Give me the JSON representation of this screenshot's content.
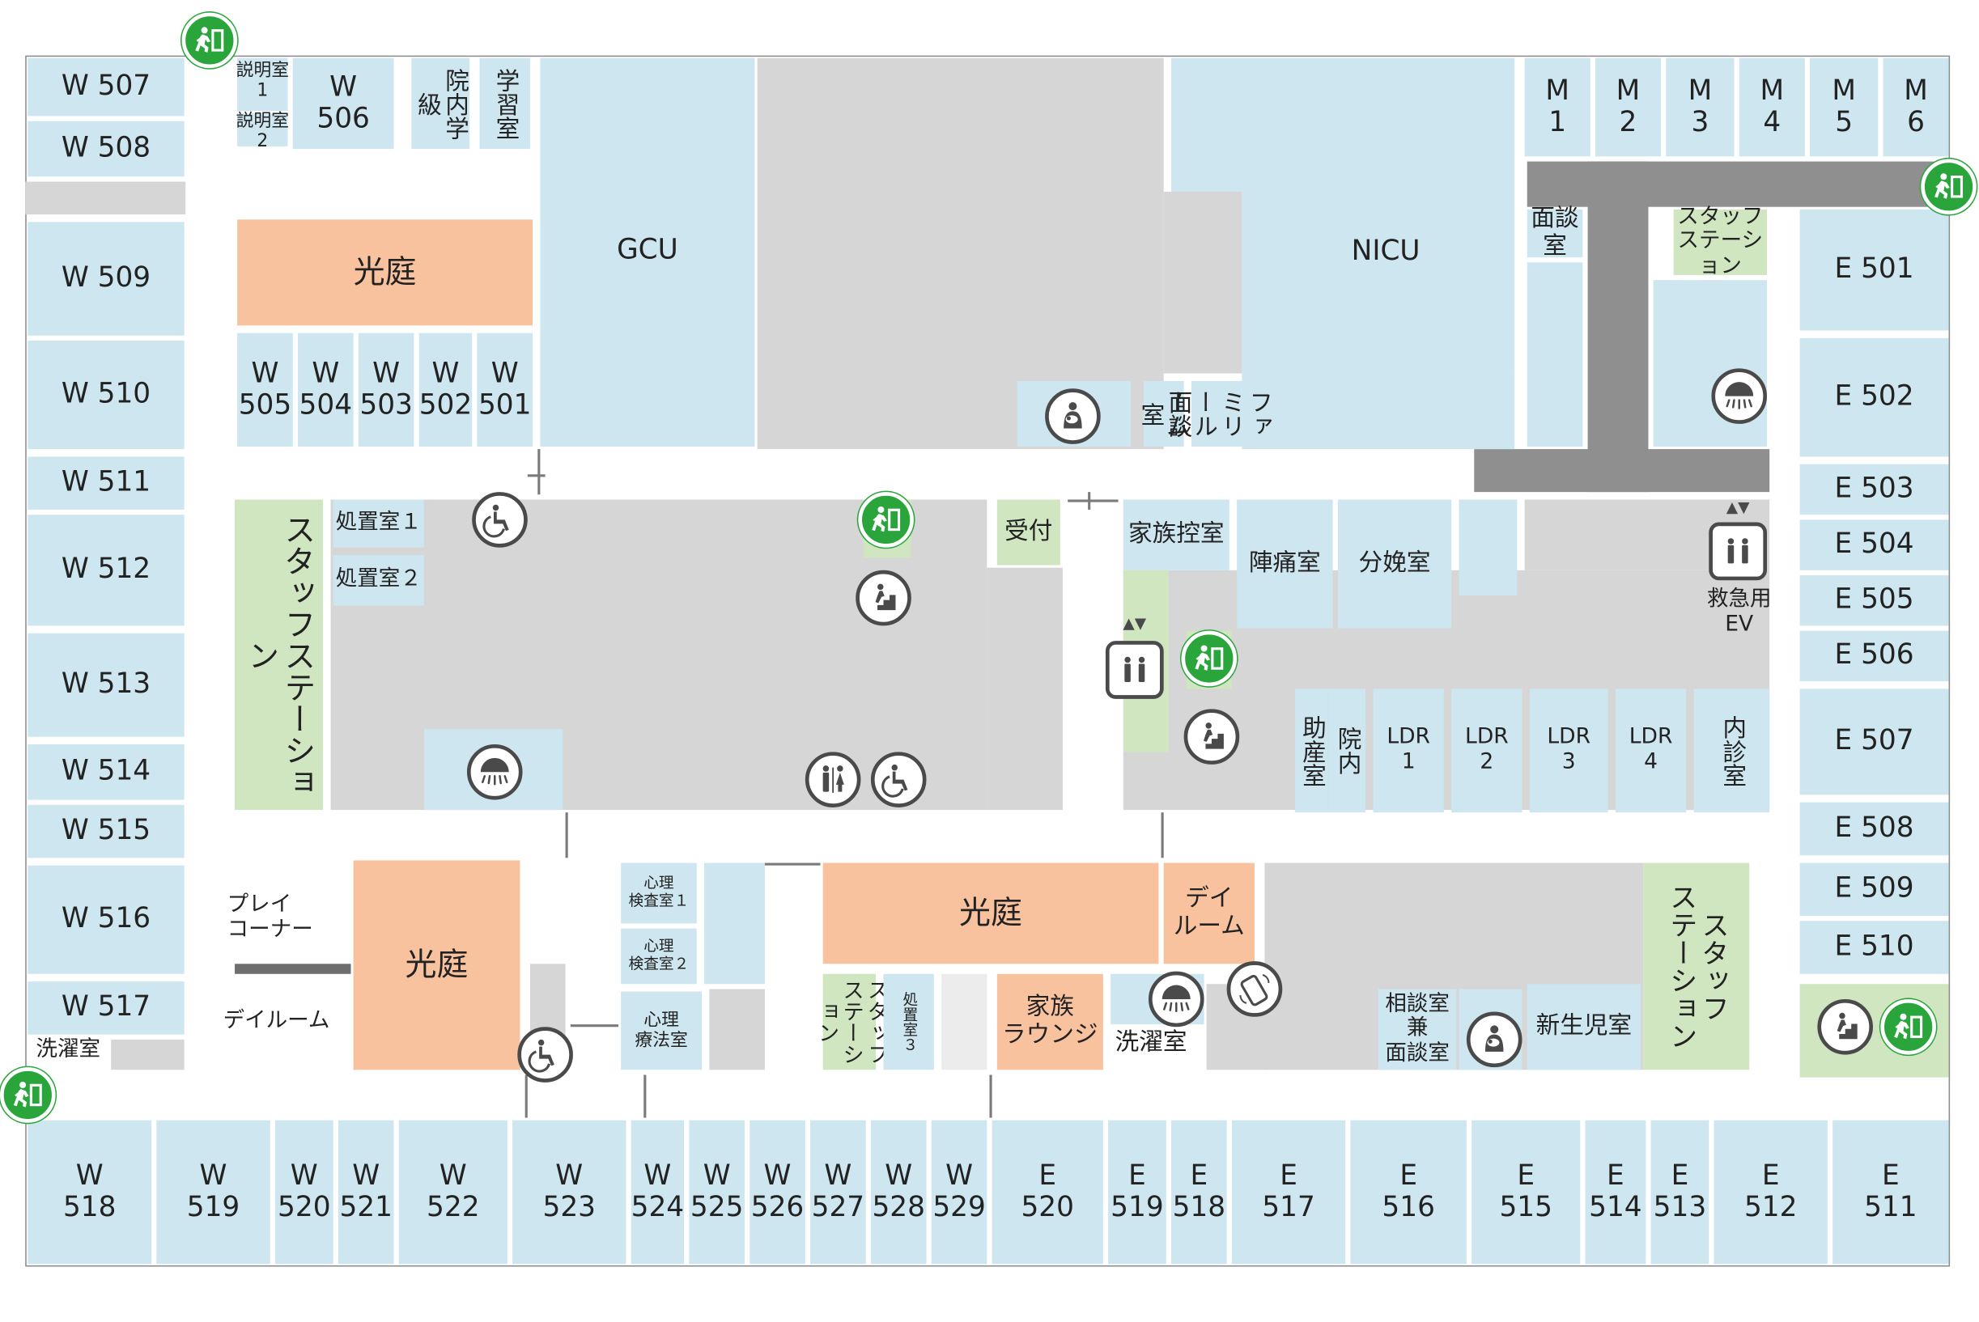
{
  "colors": {
    "room": "#cde6ef",
    "corridor": "#d6d6d6",
    "service": "#8f8f8f",
    "courtyard": "#f8c29e",
    "staff": "#cfe6c1",
    "exit": "#2aa53b"
  },
  "rooms": {
    "w507": "W 507",
    "w508": "W 508",
    "w509": "W 509",
    "w510": "W 510",
    "w511": "W 511",
    "w512": "W 512",
    "w513": "W 513",
    "w514": "W 514",
    "w515": "W 515",
    "w516": "W 516",
    "w517": "W 517",
    "w506": "W\n506",
    "w505": "W\n505",
    "w504": "W\n504",
    "w503": "W\n503",
    "w502": "W\n502",
    "w501": "W\n501",
    "w518": "W\n518",
    "w519": "W\n519",
    "w520": "W\n520",
    "w521": "W\n521",
    "w522": "W\n522",
    "w523": "W\n523",
    "w524": "W\n524",
    "w525": "W\n525",
    "w526": "W\n526",
    "w527": "W\n527",
    "w528": "W\n528",
    "w529": "W\n529",
    "e520": "E\n520",
    "e519": "E\n519",
    "e518": "E\n518",
    "e517": "E\n517",
    "e516": "E\n516",
    "e515": "E\n515",
    "e514": "E\n514",
    "e513": "E\n513",
    "e512": "E\n512",
    "e511": "E\n511",
    "e501": "E 501",
    "e502": "E 502",
    "e503": "E 503",
    "e504": "E 504",
    "e505": "E 505",
    "e506": "E 506",
    "e507": "E 507",
    "e508": "E 508",
    "e509": "E 509",
    "e510": "E 510",
    "m1": "M\n1",
    "m2": "M\n2",
    "m3": "M\n3",
    "m4": "M\n4",
    "m5": "M\n5",
    "m6": "M\n6",
    "ldr1": "LDR\n1",
    "ldr2": "LDR\n2",
    "ldr3": "LDR\n3",
    "ldr4": "LDR\n4",
    "gcu": "GCU",
    "nicu": "NICU"
  },
  "labels": {
    "setsumei1": "説明室\n1",
    "setsumei2": "説明室\n2",
    "innai_gakkyu": "院内学級",
    "gakushu": "学習室",
    "kotei": "光庭",
    "staff_station": "スタッフステーション",
    "staff_station_ne": "スタッフ\nステーション",
    "shochi1": "処置室１",
    "shochi2": "処置室２",
    "shochi3": "処置室３",
    "uketsuke": "受付",
    "kazoku_hikae": "家族控室",
    "mendan": "面談室",
    "family_room": "ファミリールーム",
    "jintsu": "陣痛室",
    "bunben": "分娩室",
    "kyukyu_ev": "救急用\nEV",
    "josan": "助産室",
    "innai": "院内",
    "naishin": "内診室",
    "shinri1": "心理\n検査室１",
    "shinri2": "心理\n検査室２",
    "shinri_ryoho": "心理\n療法室",
    "play": "プレイ\nコーナー",
    "dayroom": "デイルーム",
    "dayroom2": "デイ\nルーム",
    "kazoku_lounge": "家族\nラウンジ",
    "sentaku": "洗濯室",
    "sodan": "相談室\n兼\n面談室",
    "shinseiji": "新生児室"
  },
  "icons": {
    "exit": "emergency-exit-icon",
    "shower": "shower-icon",
    "wheelchair": "wheelchair-icon",
    "stairs": "stairs-icon",
    "elevator": "elevator-icon",
    "restroom": "restroom-icon",
    "nursing": "nursing-room-icon",
    "phone": "phone-area-icon"
  }
}
